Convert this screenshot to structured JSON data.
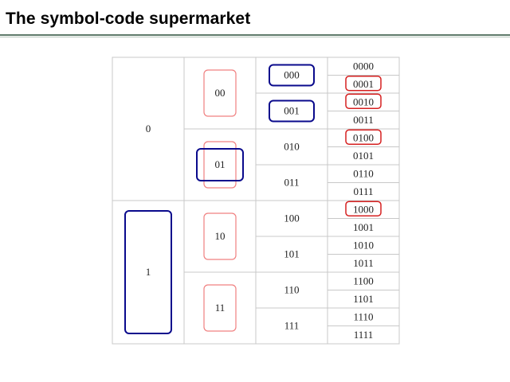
{
  "title": "The symbol-code supermarket",
  "grid": {
    "level1": [
      "0",
      "1"
    ],
    "level2": [
      "00",
      "01",
      "10",
      "11"
    ],
    "level3": [
      "000",
      "001",
      "010",
      "011",
      "100",
      "101",
      "110",
      "111"
    ],
    "level4": [
      "0000",
      "0001",
      "0010",
      "0011",
      "0100",
      "0101",
      "0110",
      "0111",
      "1000",
      "1001",
      "1010",
      "1011",
      "1100",
      "1101",
      "1110",
      "1111"
    ]
  },
  "colors": {
    "grid_line": "#c8c8c8",
    "red_box": "#d62020",
    "pink_box": "#f08080",
    "blue_box": "#0a0a8c",
    "title_rule": "#5f7a6a"
  },
  "highlights": {
    "blue": [
      "1",
      "01",
      "000",
      "001"
    ],
    "red": [
      "0001",
      "0010",
      "0100",
      "1000"
    ],
    "pink": [
      "00",
      "01",
      "10",
      "11"
    ]
  }
}
